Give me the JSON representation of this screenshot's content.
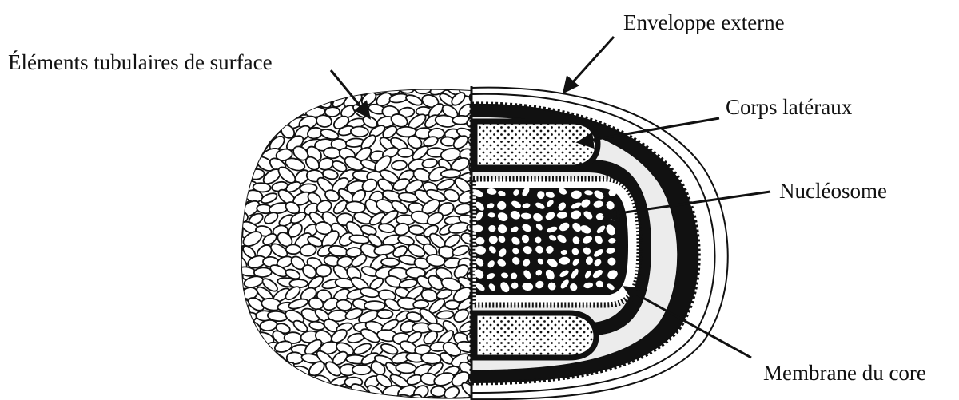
{
  "labels": {
    "surface": "Éléments tubulaires de surface",
    "envelope": "Enveloppe externe",
    "lateral": "Corps latéraux",
    "nucleosome": "Nucléosome",
    "core_membrane": "Membrane du core"
  },
  "colors": {
    "ink": "#111111",
    "paper": "#ffffff",
    "interior": "#ececec"
  }
}
